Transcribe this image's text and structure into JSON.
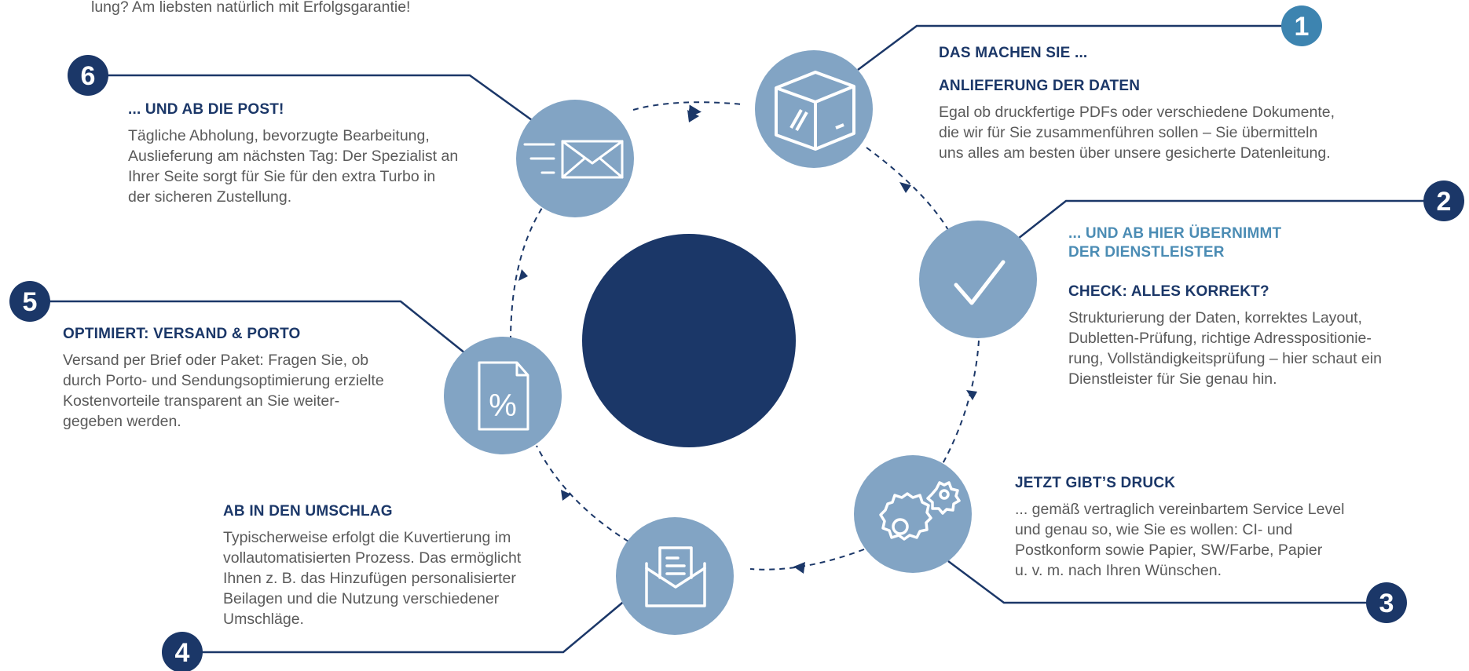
{
  "intro_text": "lung? Am liebsten natürlich mit Erfolgsgarantie!",
  "colors": {
    "navy": "#1b3768",
    "light_blue": "#82a4c4",
    "accent_blue": "#4b8cb4",
    "text_gray": "#5a5a5a"
  },
  "steps": [
    {
      "number": "1",
      "icons": [
        "package-box-icon"
      ],
      "heading": "DAS MACHEN SIE ...",
      "title": "ANLIEFERUNG DER DATEN",
      "lines": [
        "Egal ob druckfertige PDFs oder verschiedene Dokumente,",
        "die wir für Sie zusammenführen sollen – Sie übermitteln",
        "uns alles am besten über unsere gesicherte Datenleitung."
      ]
    },
    {
      "number": "2",
      "icons": [
        "checkmark-icon"
      ],
      "heading_lines": [
        "... UND AB HIER ÜBERNIMMT",
        "DER DIENSTLEISTER"
      ],
      "title": "CHECK: ALLES KORREKT?",
      "lines": [
        "Strukturierung der Daten, korrektes Layout,",
        "Dubletten-Prüfung, richtige Adresspositionie-",
        "rung, Vollständigkeitsprüfung – hier schaut ein",
        "Dienstleister für Sie genau hin."
      ]
    },
    {
      "number": "3",
      "icons": [
        "gears-icon"
      ],
      "title": "JETZT GIBT’S DRUCK",
      "lines": [
        "... gemäß vertraglich vereinbartem Service Level",
        "und genau so, wie Sie es wollen: CI- und",
        "Postkonform sowie Papier, SW/Farbe, Papier",
        "u. v. m. nach Ihren Wünschen."
      ]
    },
    {
      "number": "4",
      "icons": [
        "envelope-letter-icon"
      ],
      "title": "AB IN DEN UMSCHLAG",
      "lines": [
        "Typischerweise erfolgt die Kuvertierung im",
        "vollautomatisierten Prozess. Das ermöglicht",
        "Ihnen z. B. das Hinzufügen personalisierter",
        "Beilagen und die Nutzung verschiedener",
        "Umschläge."
      ]
    },
    {
      "number": "5",
      "icons": [
        "percent-document-icon"
      ],
      "title": "OPTIMIERT: VERSAND & PORTO",
      "lines": [
        "Versand per Brief oder Paket: Fragen Sie, ob",
        "durch Porto- und Sendungsoptimierung erzielte",
        "Kostenvorteile transparent an Sie weiter-",
        "gegeben werden."
      ]
    },
    {
      "number": "6",
      "icons": [
        "fast-mail-icon"
      ],
      "title": "... UND AB DIE POST!",
      "lines": [
        "Tägliche Abholung, bevorzugte Bearbeitung,",
        "Auslieferung am nächsten Tag: Der Spezialist an",
        "Ihrer Seite sorgt für Sie für den extra Turbo in",
        "der sicheren Zustellung."
      ]
    }
  ]
}
